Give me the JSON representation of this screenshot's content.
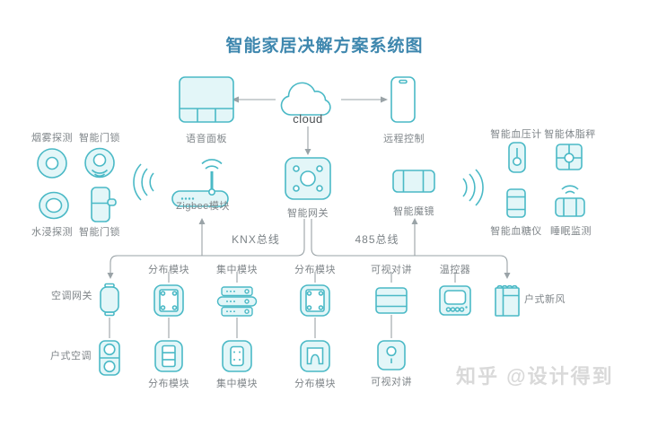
{
  "title": "智能家居决解方案系统图",
  "watermark": "知乎 @设计得到",
  "colors": {
    "accent_stroke": "#4ab9c6",
    "accent_fill": "#e3f6f8",
    "title_text": "#3e87ae",
    "label_text": "#7f8589",
    "wire": "#9aa3a7",
    "watermark_text": "#d9d9d9"
  },
  "cloud_row": {
    "voice_panel": "语音面板",
    "cloud": "cloud",
    "remote": "远程控制"
  },
  "hub_row": {
    "zigbee": "Zigbee模块",
    "gateway": "智能网关",
    "mirror": "智能魔镜"
  },
  "left_column": {
    "smoke": "烟雾探测",
    "lock_top": "智能门锁",
    "water": "水浸探测",
    "lock_bottom": "智能门锁"
  },
  "right_column": {
    "blood_pressure": "智能血压计",
    "body_scale": "智能体脂秤",
    "glucose": "智能血糖仪",
    "sleep": "睡眠监测"
  },
  "buses": {
    "knx": "KNX总线",
    "rs485": "485总线"
  },
  "row1": {
    "ac_gateway": "空调网关",
    "dist_a": "分布模块",
    "central": "集中模块",
    "dist_b": "分布模块",
    "intercom": "可视对讲",
    "thermostat": "温控器",
    "fresh_air": "户式新风"
  },
  "row2": {
    "house_ac": "户式空调",
    "dist_a": "分布模块",
    "central": "集中模块",
    "dist_b": "分布模块",
    "intercom": "可视对讲"
  }
}
